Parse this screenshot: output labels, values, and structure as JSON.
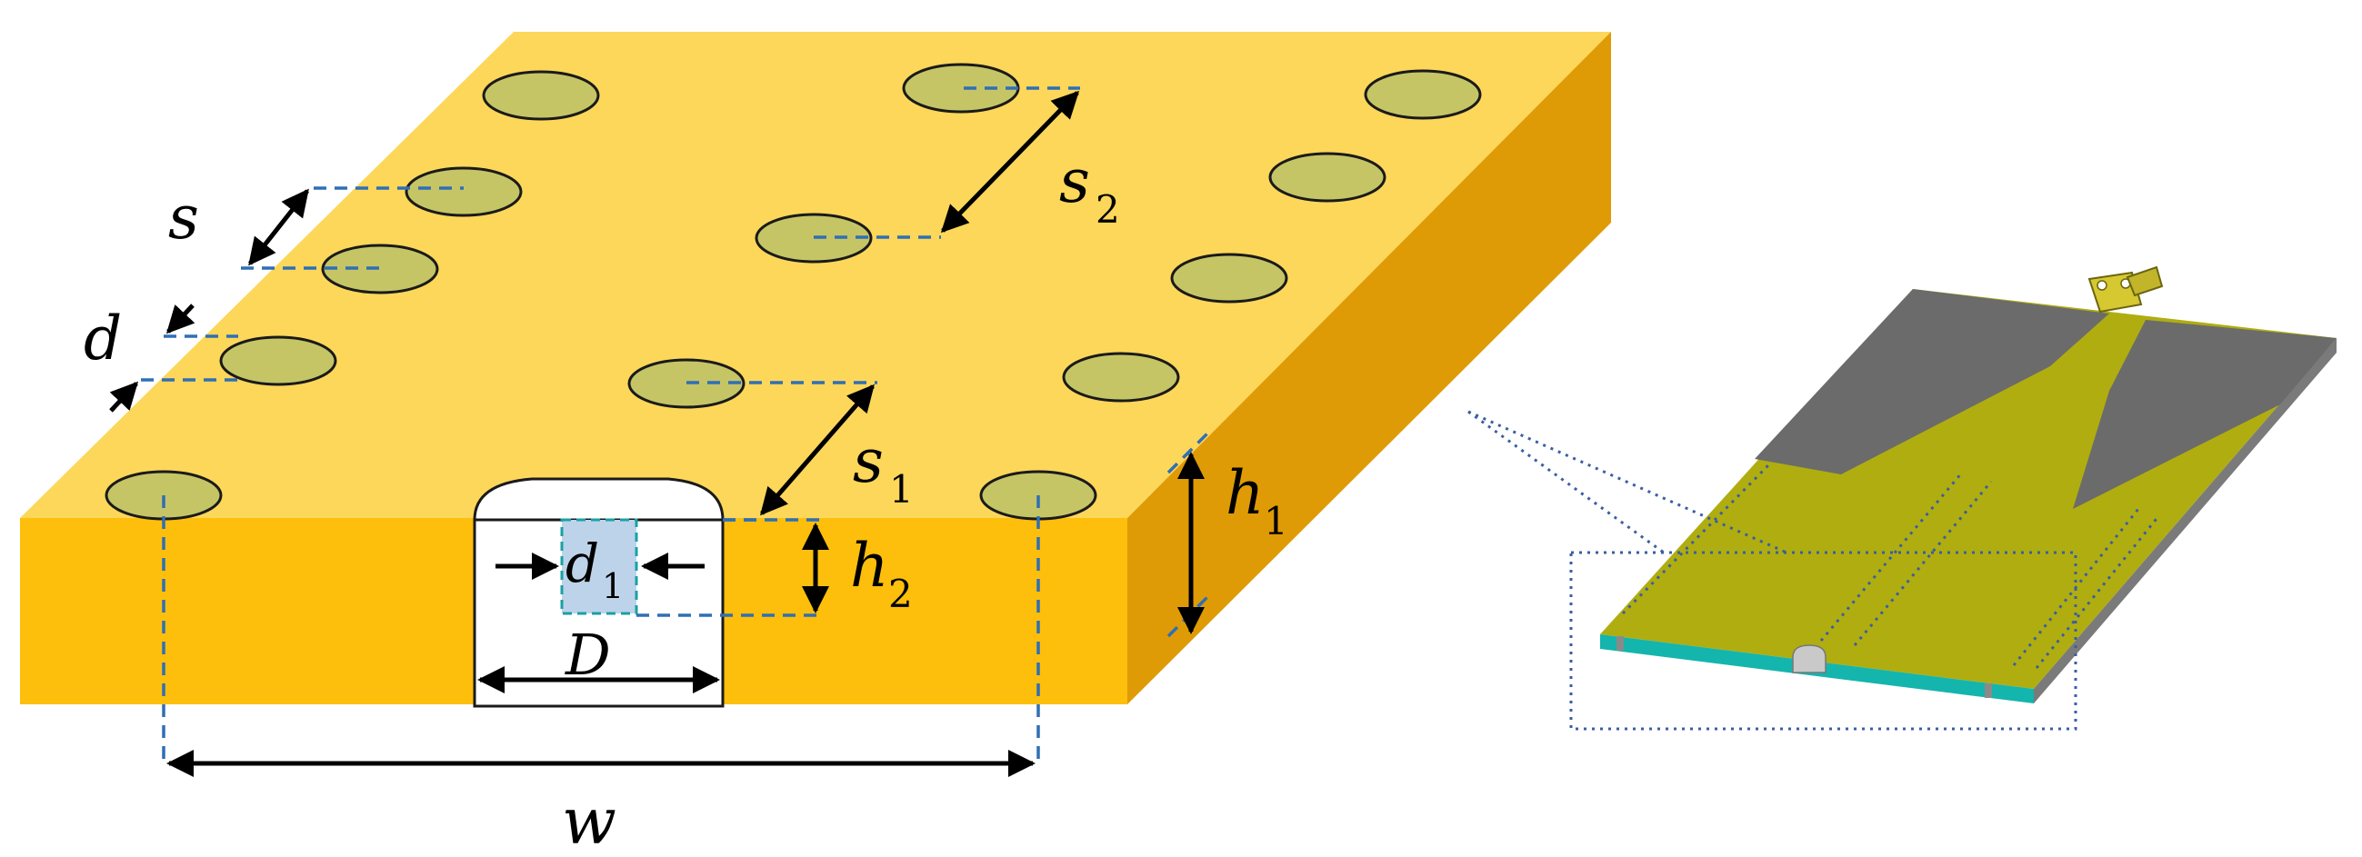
{
  "labels": {
    "s": "s",
    "s2": "s",
    "s2_sub": "2",
    "d": "d",
    "s1": "s",
    "s1_sub": "1",
    "h1": "h",
    "h1_sub": "1",
    "h2": "h",
    "h2_sub": "2",
    "d1": "d",
    "d1_sub": "1",
    "D": "D",
    "w": "w"
  },
  "colors": {
    "top_face": "#fdd75a",
    "front_face": "#fdbf0c",
    "side_face": "#df9b05",
    "via_fill": "#c6c566",
    "dash": "#2f6fb5",
    "pcb_yellow": "#b0ad10",
    "pcb_gray": "#6b6b6b",
    "pcb_teal": "#14b5ad"
  }
}
